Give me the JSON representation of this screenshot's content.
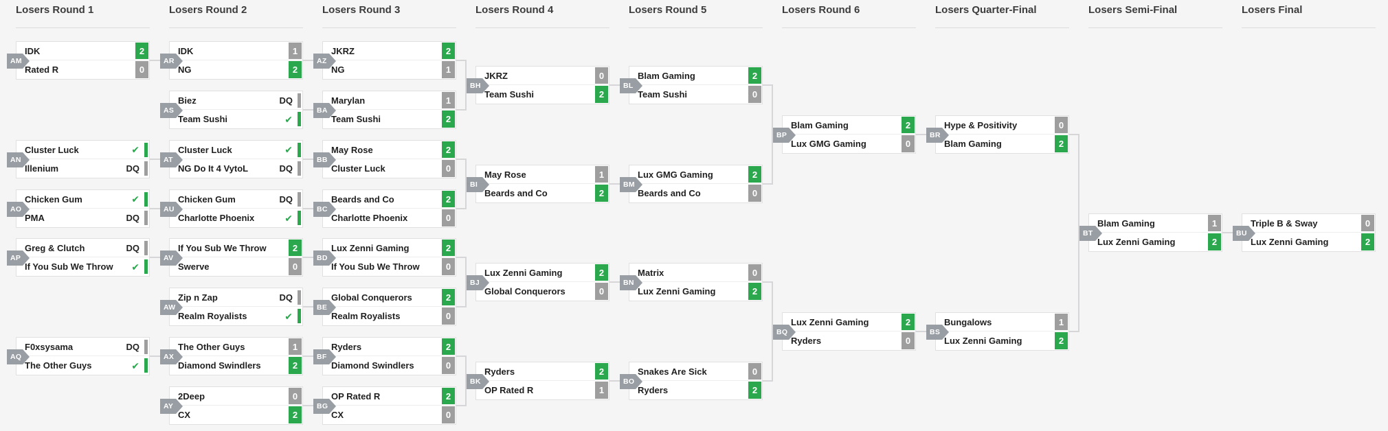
{
  "colors": {
    "win_green": "#2ba84e",
    "loss_gray": "#9e9e9e",
    "connector": "#d6d6d8"
  },
  "bracket": {
    "rounds": [
      {
        "label": "Losers Round 1",
        "matches": [
          {
            "id": "AM",
            "teams": [
              {
                "name": "IDK",
                "score": "2",
                "winner": true
              },
              {
                "name": "Rated R",
                "score": "0",
                "winner": false
              }
            ]
          },
          {
            "id": "AN",
            "teams": [
              {
                "name": "Cluster Luck",
                "score": "✔",
                "winner": true
              },
              {
                "name": "Illenium",
                "score": "DQ",
                "winner": false
              }
            ]
          },
          {
            "id": "AO",
            "teams": [
              {
                "name": "Chicken Gum",
                "score": "✔",
                "winner": true
              },
              {
                "name": "PMA",
                "score": "DQ",
                "winner": false
              }
            ]
          },
          {
            "id": "AP",
            "teams": [
              {
                "name": "Greg & Clutch",
                "score": "DQ",
                "winner": false
              },
              {
                "name": "If You Sub We Throw",
                "score": "✔",
                "winner": true
              }
            ]
          },
          {
            "id": "AQ",
            "teams": [
              {
                "name": "F0xsysama",
                "score": "DQ",
                "winner": false
              },
              {
                "name": "The Other Guys",
                "score": "✔",
                "winner": true
              }
            ]
          }
        ]
      },
      {
        "label": "Losers Round 2",
        "matches": [
          {
            "id": "AR",
            "teams": [
              {
                "name": "IDK",
                "score": "1",
                "winner": false
              },
              {
                "name": "NG",
                "score": "2",
                "winner": true
              }
            ]
          },
          {
            "id": "AS",
            "teams": [
              {
                "name": "Biez",
                "score": "DQ",
                "winner": false
              },
              {
                "name": "Team Sushi",
                "score": "✔",
                "winner": true
              }
            ]
          },
          {
            "id": "AT",
            "teams": [
              {
                "name": "Cluster Luck",
                "score": "✔",
                "winner": true
              },
              {
                "name": "NG Do It 4 VytoL",
                "score": "DQ",
                "winner": false
              }
            ]
          },
          {
            "id": "AU",
            "teams": [
              {
                "name": "Chicken Gum",
                "score": "DQ",
                "winner": false
              },
              {
                "name": "Charlotte Phoenix",
                "score": "✔",
                "winner": true
              }
            ]
          },
          {
            "id": "AV",
            "teams": [
              {
                "name": "If You Sub We Throw",
                "score": "2",
                "winner": true
              },
              {
                "name": "Swerve",
                "score": "0",
                "winner": false
              }
            ]
          },
          {
            "id": "AW",
            "teams": [
              {
                "name": "Zip n Zap",
                "score": "DQ",
                "winner": false
              },
              {
                "name": "Realm Royalists",
                "score": "✔",
                "winner": true
              }
            ]
          },
          {
            "id": "AX",
            "teams": [
              {
                "name": "The Other Guys",
                "score": "1",
                "winner": false
              },
              {
                "name": "Diamond Swindlers",
                "score": "2",
                "winner": true
              }
            ]
          },
          {
            "id": "AY",
            "teams": [
              {
                "name": "2Deep",
                "score": "0",
                "winner": false
              },
              {
                "name": "CX",
                "score": "2",
                "winner": true
              }
            ]
          }
        ]
      },
      {
        "label": "Losers Round 3",
        "matches": [
          {
            "id": "AZ",
            "teams": [
              {
                "name": "JKRZ",
                "score": "2",
                "winner": true
              },
              {
                "name": "NG",
                "score": "1",
                "winner": false
              }
            ]
          },
          {
            "id": "BA",
            "teams": [
              {
                "name": "Marylan",
                "score": "1",
                "winner": false
              },
              {
                "name": "Team Sushi",
                "score": "2",
                "winner": true
              }
            ]
          },
          {
            "id": "BB",
            "teams": [
              {
                "name": "May Rose",
                "score": "2",
                "winner": true
              },
              {
                "name": "Cluster Luck",
                "score": "0",
                "winner": false
              }
            ]
          },
          {
            "id": "BC",
            "teams": [
              {
                "name": "Beards and Co",
                "score": "2",
                "winner": true
              },
              {
                "name": "Charlotte Phoenix",
                "score": "0",
                "winner": false
              }
            ]
          },
          {
            "id": "BD",
            "teams": [
              {
                "name": "Lux Zenni Gaming",
                "score": "2",
                "winner": true
              },
              {
                "name": "If You Sub We Throw",
                "score": "0",
                "winner": false
              }
            ]
          },
          {
            "id": "BE",
            "teams": [
              {
                "name": "Global Conquerors",
                "score": "2",
                "winner": true
              },
              {
                "name": "Realm Royalists",
                "score": "0",
                "winner": false
              }
            ]
          },
          {
            "id": "BF",
            "teams": [
              {
                "name": "Ryders",
                "score": "2",
                "winner": true
              },
              {
                "name": "Diamond Swindlers",
                "score": "0",
                "winner": false
              }
            ]
          },
          {
            "id": "BG",
            "teams": [
              {
                "name": "OP Rated R",
                "score": "2",
                "winner": true
              },
              {
                "name": "CX",
                "score": "0",
                "winner": false
              }
            ]
          }
        ]
      },
      {
        "label": "Losers Round 4",
        "matches": [
          {
            "id": "BH",
            "teams": [
              {
                "name": "JKRZ",
                "score": "0",
                "winner": false
              },
              {
                "name": "Team Sushi",
                "score": "2",
                "winner": true
              }
            ]
          },
          {
            "id": "BI",
            "teams": [
              {
                "name": "May Rose",
                "score": "1",
                "winner": false
              },
              {
                "name": "Beards and Co",
                "score": "2",
                "winner": true
              }
            ]
          },
          {
            "id": "BJ",
            "teams": [
              {
                "name": "Lux Zenni Gaming",
                "score": "2",
                "winner": true
              },
              {
                "name": "Global Conquerors",
                "score": "0",
                "winner": false
              }
            ]
          },
          {
            "id": "BK",
            "teams": [
              {
                "name": "Ryders",
                "score": "2",
                "winner": true
              },
              {
                "name": "OP Rated R",
                "score": "1",
                "winner": false
              }
            ]
          }
        ]
      },
      {
        "label": "Losers Round 5",
        "matches": [
          {
            "id": "BL",
            "teams": [
              {
                "name": "Blam Gaming",
                "score": "2",
                "winner": true
              },
              {
                "name": "Team Sushi",
                "score": "0",
                "winner": false
              }
            ]
          },
          {
            "id": "BM",
            "teams": [
              {
                "name": "Lux GMG Gaming",
                "score": "2",
                "winner": true
              },
              {
                "name": "Beards and Co",
                "score": "0",
                "winner": false
              }
            ]
          },
          {
            "id": "BN",
            "teams": [
              {
                "name": "Matrix",
                "score": "0",
                "winner": false
              },
              {
                "name": "Lux Zenni Gaming",
                "score": "2",
                "winner": true
              }
            ]
          },
          {
            "id": "BO",
            "teams": [
              {
                "name": "Snakes Are Sick",
                "score": "0",
                "winner": false
              },
              {
                "name": "Ryders",
                "score": "2",
                "winner": true
              }
            ]
          }
        ]
      },
      {
        "label": "Losers Round 6",
        "matches": [
          {
            "id": "BP",
            "teams": [
              {
                "name": "Blam Gaming",
                "score": "2",
                "winner": true
              },
              {
                "name": "Lux GMG Gaming",
                "score": "0",
                "winner": false
              }
            ]
          },
          {
            "id": "BQ",
            "teams": [
              {
                "name": "Lux Zenni Gaming",
                "score": "2",
                "winner": true
              },
              {
                "name": "Ryders",
                "score": "0",
                "winner": false
              }
            ]
          }
        ]
      },
      {
        "label": "Losers Quarter-Final",
        "matches": [
          {
            "id": "BR",
            "teams": [
              {
                "name": "Hype & Positivity",
                "score": "0",
                "winner": false
              },
              {
                "name": "Blam Gaming",
                "score": "2",
                "winner": true
              }
            ]
          },
          {
            "id": "BS",
            "teams": [
              {
                "name": "Bungalows",
                "score": "1",
                "winner": false
              },
              {
                "name": "Lux Zenni Gaming",
                "score": "2",
                "winner": true
              }
            ]
          }
        ]
      },
      {
        "label": "Losers Semi-Final",
        "matches": [
          {
            "id": "BT",
            "teams": [
              {
                "name": "Blam Gaming",
                "score": "1",
                "winner": false
              },
              {
                "name": "Lux Zenni Gaming",
                "score": "2",
                "winner": true
              }
            ]
          }
        ]
      },
      {
        "label": "Losers Final",
        "matches": [
          {
            "id": "BU",
            "teams": [
              {
                "name": "Triple B & Sway",
                "score": "0",
                "winner": false
              },
              {
                "name": "Lux Zenni Gaming",
                "score": "2",
                "winner": true
              }
            ]
          }
        ]
      }
    ]
  }
}
